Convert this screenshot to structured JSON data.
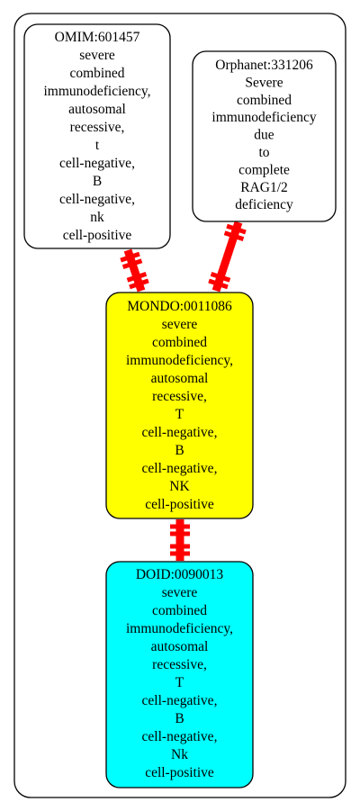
{
  "colors": {
    "background": "#ffffff",
    "cluster_border": "#000000",
    "edge": "#ff0000",
    "mondo_fill": "#ffff00",
    "doid_fill": "#00ffff",
    "default_fill": "#ffffff"
  },
  "nodes": [
    {
      "id": "omim",
      "fill": "#ffffff",
      "lines": [
        "OMIM:601457",
        "severe",
        "combined",
        "immunodeficiency,",
        "autosomal",
        "recessive,",
        "t",
        "cell-negative,",
        "B",
        "cell-negative,",
        "nk",
        "cell-positive"
      ]
    },
    {
      "id": "orphanet",
      "fill": "#ffffff",
      "lines": [
        "Orphanet:331206",
        "Severe",
        "combined",
        "immunodeficiency",
        "due",
        "to",
        "complete",
        "RAG1/2",
        "deficiency"
      ]
    },
    {
      "id": "mondo",
      "fill": "#ffff00",
      "lines": [
        "MONDO:0011086",
        "severe",
        "combined",
        "immunodeficiency,",
        "autosomal",
        "recessive,",
        "T",
        "cell-negative,",
        "B",
        "cell-negative,",
        "NK",
        "cell-positive"
      ]
    },
    {
      "id": "doid",
      "fill": "#00ffff",
      "lines": [
        "DOID:0090013",
        "severe",
        "combined",
        "immunodeficiency,",
        "autosomal",
        "recessive,",
        "T",
        "cell-negative,",
        "B",
        "cell-negative,",
        "Nk",
        "cell-positive"
      ]
    }
  ],
  "edges": [
    {
      "from": "omim",
      "to": "mondo"
    },
    {
      "from": "orphanet",
      "to": "mondo"
    },
    {
      "from": "mondo",
      "to": "doid"
    }
  ]
}
